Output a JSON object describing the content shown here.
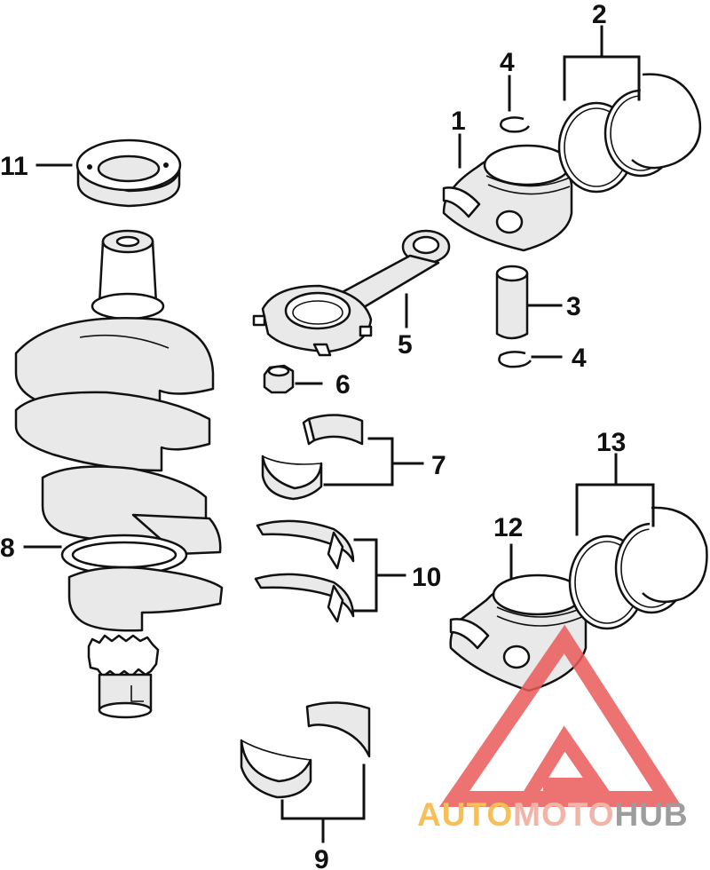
{
  "callouts": {
    "c1": "1",
    "c2": "2",
    "c3": "3",
    "c4a": "4",
    "c4b": "4",
    "c5": "5",
    "c6": "6",
    "c7": "7",
    "c8": "8",
    "c9": "9",
    "c10": "10",
    "c11": "11",
    "c12": "12",
    "c13": "13"
  },
  "watermark": {
    "part1": "AUTO",
    "part2": "MOTO",
    "part3": "HUB",
    "color_auto": "#f6b43a",
    "color_moto": "#f2a79a",
    "color_hub": "#8d8d8d",
    "logo_color": "#ea5a5a"
  }
}
